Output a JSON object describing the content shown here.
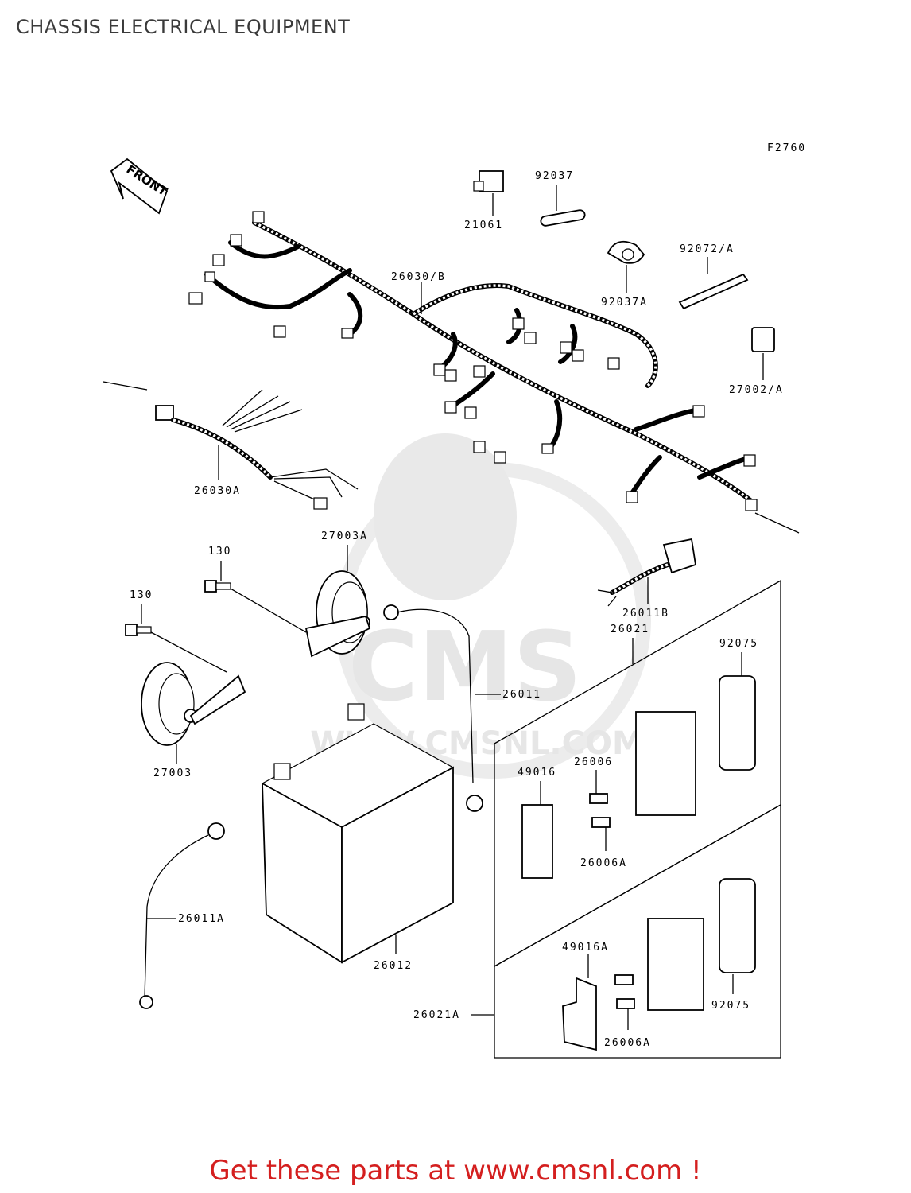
{
  "page": {
    "title": "CHASSIS ELECTRICAL EQUIPMENT",
    "figure_code": "F2760",
    "front_label": "FRONT",
    "watermark": "CMS",
    "watermark_url": "WWW.CMSNL.COM",
    "footer": "Get these parts at www.cmsnl.com !"
  },
  "parts": {
    "p21061": "21061",
    "p92037": "92037",
    "p92072A": "92072/A",
    "p26030B": "26030/B",
    "p92037A": "92037A",
    "p27002A": "27002/A",
    "p26030A": "26030A",
    "p130a": "130",
    "p130b": "130",
    "p27003A": "27003A",
    "p26011B": "26011B",
    "p26021": "26021",
    "p92075a": "92075",
    "p26011": "26011",
    "p27003": "27003",
    "p49016": "49016",
    "p26006": "26006",
    "p26006Aa": "26006A",
    "p26011A": "26011A",
    "p26012": "26012",
    "p49016A": "49016A",
    "p26021A": "26021A",
    "p26006Ab": "26006A",
    "p92075b": "92075"
  }
}
